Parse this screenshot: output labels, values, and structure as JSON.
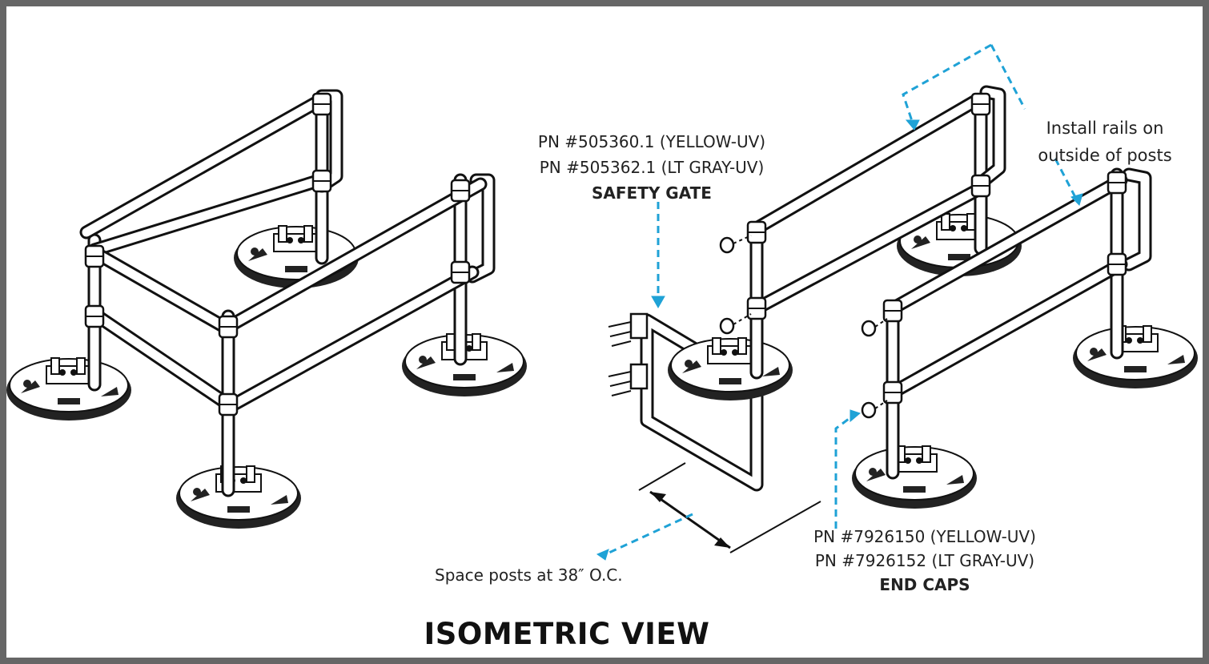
{
  "labels": {
    "gate_pn_yellow": "PN #505360.1 (YELLOW-UV)",
    "gate_pn_gray": "PN #505362.1 (LT GRAY-UV)",
    "gate_title": "SAFETY GATE",
    "rails_line1": "Install rails on",
    "rails_line2": "outside of posts",
    "caps_pn_yellow": "PN #7926150 (YELLOW-UV)",
    "caps_pn_gray": "PN #7926152 (LT GRAY-UV)",
    "caps_title": "END CAPS",
    "spacing_note": "Space posts at 38″ O.C.",
    "view_title": "ISOMETRIC VIEW"
  },
  "colors": {
    "frame": "#666666",
    "leader": "#1fa2d6",
    "line": "#111111"
  }
}
